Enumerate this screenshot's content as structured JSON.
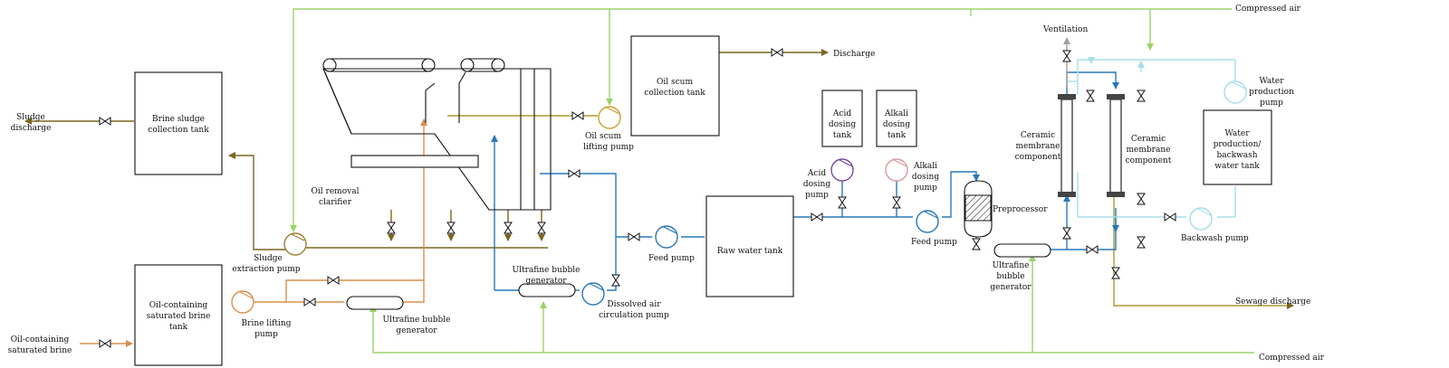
{
  "labels": {
    "compressed_air_top": "Compressed air",
    "compressed_air_bottom": "Compressed air",
    "discharge": "Discharge",
    "ventilation": "Ventilation",
    "sludge_discharge": [
      "Sludge",
      "discharge"
    ],
    "brine_sludge_tank": [
      "Brine sludge",
      "collection tank"
    ],
    "oil_removal_clarifier": [
      "Oil removal",
      "clarifier"
    ],
    "oil_scum_tank": [
      "Oil scum",
      "collection tank"
    ],
    "oil_scum_pump": [
      "Oil scum",
      "lifting pump"
    ],
    "sludge_pump": [
      "Sludge",
      "extraction pump"
    ],
    "oil_brine_tank": [
      "Oil-containing",
      "saturated brine",
      "tank"
    ],
    "oil_brine_inlet": [
      "Oil-containing",
      "saturated brine"
    ],
    "brine_lifting_pump": [
      "Brine lifting",
      "pump"
    ],
    "ubg_left": [
      "Ultrafine bubble",
      "generator"
    ],
    "ubg_middle": [
      "Ultrafine bubble",
      "generator"
    ],
    "dissolved_air_pump": [
      "Dissolved air",
      "circulation pump"
    ],
    "feed_pump_left": "Feed pump",
    "raw_water_tank": "Raw water tank",
    "acid_tank": [
      "Acid",
      "dosing",
      "tank"
    ],
    "alkali_tank": [
      "Alkali",
      "dosing",
      "tank"
    ],
    "acid_pump": [
      "Acid",
      "dosing",
      "pump"
    ],
    "alkali_pump": [
      "Alkali",
      "dosing",
      "pump"
    ],
    "feed_pump_right": "Feed pump",
    "preprocessor": "Preprocessor",
    "ubg_right": [
      "Ultrafine",
      "bubble",
      "generator"
    ],
    "ceramic_left": [
      "Ceramic",
      "membrane",
      "component"
    ],
    "ceramic_right": [
      "Ceramic",
      "membrane",
      "component"
    ],
    "water_production_pump": [
      "Water",
      "production",
      "pump"
    ],
    "water_tank": [
      "Water",
      "production/",
      "backwash",
      "water tank"
    ],
    "backwash_pump": "Backwash pump",
    "sewage_discharge": "Sewage discharge"
  },
  "colors": {
    "compressed_air": "#9bd36a",
    "sludge": "#7a6620",
    "oil_scum": "#a89a32",
    "brine": "#d9904a",
    "process_water": "#2a78b8",
    "permeate": "#a8dde8",
    "ventilation": "#a0a0a0",
    "outline": "#111111"
  }
}
